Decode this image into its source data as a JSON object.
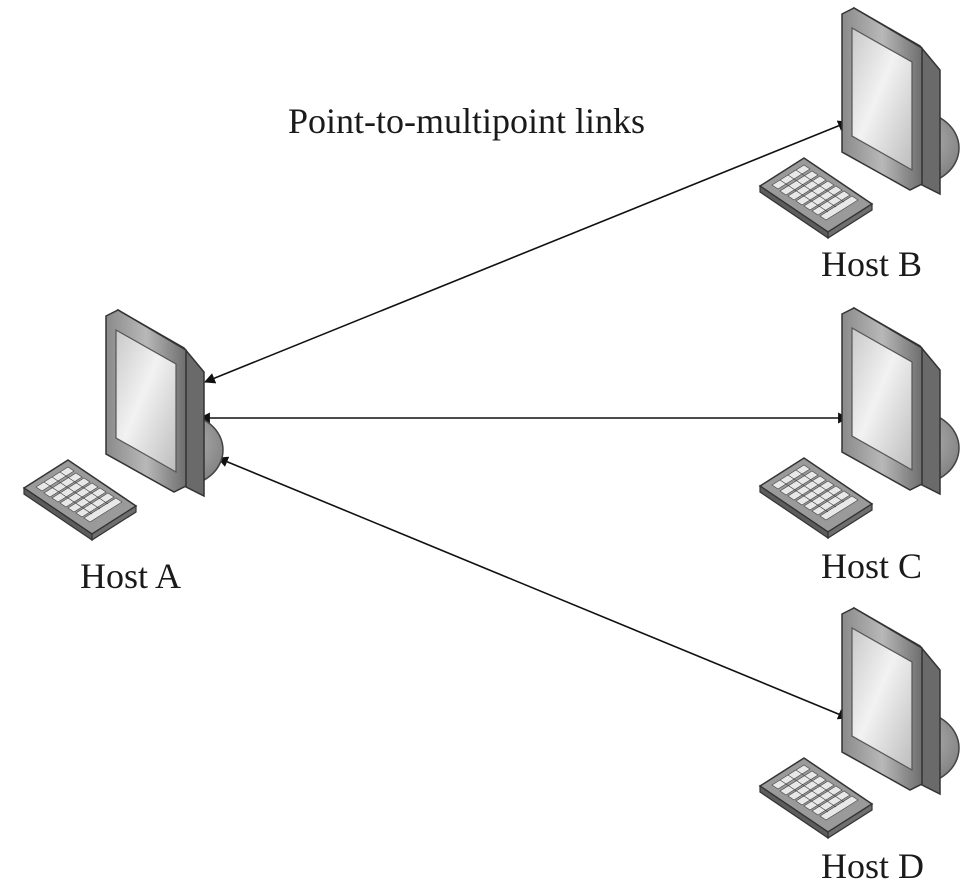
{
  "diagram": {
    "title": "Point-to-multipoint links",
    "hosts": [
      {
        "id": "host-a",
        "label": "Host A",
        "icon": "desktop-computer-icon"
      },
      {
        "id": "host-b",
        "label": "Host B",
        "icon": "desktop-computer-icon"
      },
      {
        "id": "host-c",
        "label": "Host C",
        "icon": "desktop-computer-icon"
      },
      {
        "id": "host-d",
        "label": "Host D",
        "icon": "desktop-computer-icon"
      }
    ],
    "links": [
      {
        "from": "host-a",
        "to": "host-b",
        "direction": "bidirectional"
      },
      {
        "from": "host-a",
        "to": "host-c",
        "direction": "bidirectional"
      },
      {
        "from": "host-a",
        "to": "host-d",
        "direction": "bidirectional"
      }
    ]
  }
}
